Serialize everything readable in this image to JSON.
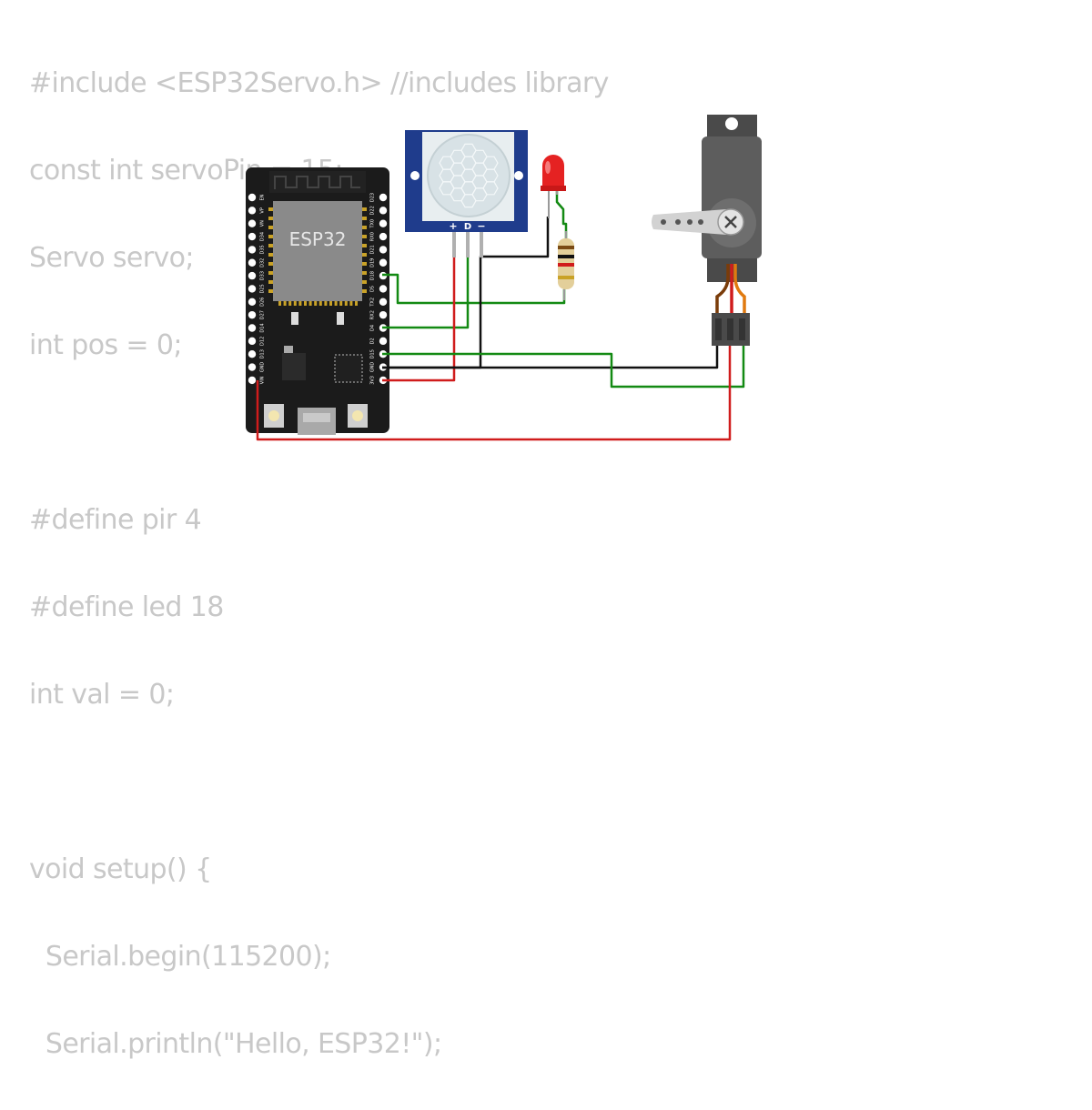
{
  "code_lines": [
    "#include <ESP32Servo.h> //includes library",
    "const int servoPin = 15;",
    "Servo servo;",
    "int pos = 0;",
    "",
    "#define pir 4",
    "#define led 18",
    "int val = 0;",
    "",
    "void setup() {",
    "  Serial.begin(115200);",
    "  Serial.println(\"Hello, ESP32!\");"
  ],
  "board": {
    "chip_label": "ESP32",
    "left_pins": [
      "EN",
      "VP",
      "VN",
      "D34",
      "D35",
      "D32",
      "D33",
      "D25",
      "D26",
      "D27",
      "D14",
      "D12",
      "D13",
      "GND",
      "VIN"
    ],
    "right_pins": [
      "D23",
      "D22",
      "TX0",
      "RX0",
      "D21",
      "D19",
      "D18",
      "D5",
      "TX2",
      "RX2",
      "D4",
      "D2",
      "D15",
      "GND",
      "3V3"
    ]
  },
  "pir": {
    "pin_labels": [
      "+",
      "D",
      "−"
    ]
  },
  "colors": {
    "wire_red": "#d01c1c",
    "wire_green": "#138a13",
    "wire_black": "#111111",
    "board": "#1b1b1b",
    "pir_board": "#1f3c8c",
    "led": "#e52222",
    "servo": "#555555",
    "servo_wire_orange": "#e07a10",
    "servo_wire_brown": "#7a3c0a"
  },
  "icons": [
    "usb-port-icon",
    "button-icon",
    "servo-screw-icon"
  ]
}
